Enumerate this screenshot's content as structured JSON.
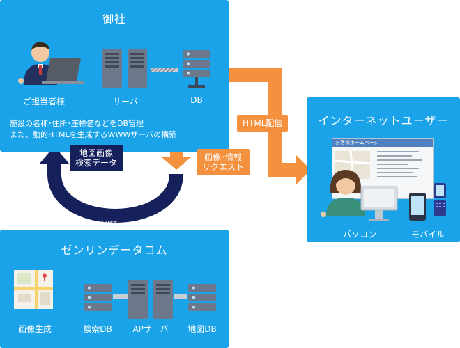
{
  "company": {
    "title": "御社",
    "person_label": "ご担当者様",
    "server_label": "サーバ",
    "db_label": "DB",
    "desc_line1": "施設の名称･住所･座標値などをDB管理",
    "desc_line2": "また、動的HTMLを生成するWWWサーバの構築"
  },
  "arrows": {
    "html_delivery": "HTML配信",
    "request_line1": "画像･情報",
    "request_line2": "リクエスト",
    "mapimg_line1": "地図画像",
    "mapimg_line2": "検索データ",
    "ip_auth": "IP認証"
  },
  "zenrin": {
    "title": "ゼンリンデータコム",
    "image_gen_label": "画像生成",
    "search_db_label": "検索DB",
    "ap_server_label": "APサーバ",
    "map_db_label": "地図DB"
  },
  "users": {
    "title": "インターネットユーザー",
    "website_header": "お客様ホームページ",
    "pc_label": "パソコン",
    "mobile_label": "モバイル"
  },
  "colors": {
    "panel_blue": "#1aa3e8",
    "arrow_orange": "#f4913f",
    "arrow_navy": "#16215c"
  }
}
